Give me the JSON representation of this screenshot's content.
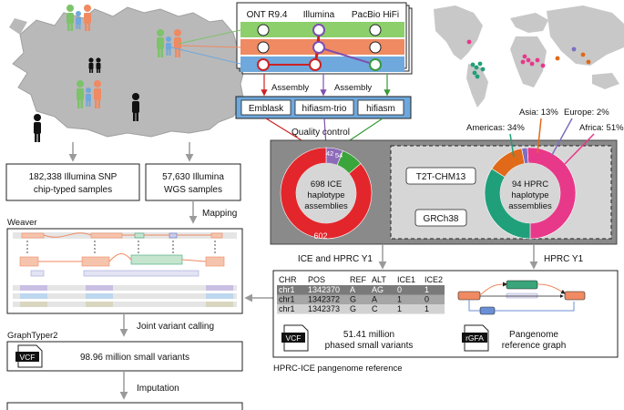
{
  "sequencing": {
    "technologies": [
      "ONT R9.4",
      "Illumina",
      "PacBio HiFi"
    ],
    "colors": {
      "ont": "#cc2222",
      "illumina": "#7e4fb0",
      "pacbio": "#3a9a3a",
      "row_green": "#8ccf6b",
      "row_orange": "#ef8a62",
      "row_blue": "#6fa8dc"
    }
  },
  "assembly": {
    "label_left": "Assembly",
    "label_right": "Assembly",
    "tools": [
      "Emblask",
      "hifiasm-trio",
      "hifiasm"
    ],
    "qc_label": "Quality control"
  },
  "ice": {
    "center_lines": [
      "698 ICE",
      "haplotype",
      "assemblies"
    ],
    "segments": [
      {
        "label": "602",
        "value": 602,
        "color": "#e3262b"
      },
      {
        "label": "42",
        "value": 42,
        "color": "#8e6bb8"
      },
      {
        "label": "54",
        "value": 54,
        "color": "#3aa53a"
      }
    ]
  },
  "references": {
    "t2t": "T2T-CHM13",
    "grch38": "GRCh38"
  },
  "hprc": {
    "center_lines": [
      "94 HPRC",
      "haplotype",
      "assemblies"
    ],
    "segments": [
      {
        "label": "Americas: 34%",
        "value": 34,
        "color": "#1fa07a"
      },
      {
        "label": "Asia: 13%",
        "value": 13,
        "color": "#e06a1a"
      },
      {
        "label": "Europe: 2%",
        "value": 2,
        "color": "#7e6ec0"
      },
      {
        "label": "Africa: 51%",
        "value": 51,
        "color": "#e8388a"
      }
    ]
  },
  "samples": {
    "snp": [
      "182,338 Illumina SNP",
      "chip-typed samples"
    ],
    "wgs": [
      "57,630 Illumina",
      "WGS samples"
    ]
  },
  "steps": {
    "mapping": "Mapping",
    "weaver": "Weaver",
    "joint_calling": "Joint variant calling",
    "graphtyper": "GraphTyper2",
    "imputation": "Imputation",
    "ice_hprc": "ICE and HPRC Y1",
    "hprc_y1": "HPRC Y1"
  },
  "variant_table": {
    "headers": [
      "CHR",
      "POS",
      "REF",
      "ALT",
      "ICE1",
      "ICE2"
    ],
    "rows": [
      [
        "chr1",
        "1342370",
        "A",
        "AG",
        "0",
        "1"
      ],
      [
        "chr1",
        "1342372",
        "G",
        "A",
        "1",
        "0"
      ],
      [
        "chr1",
        "1342373",
        "G",
        "C",
        "1",
        "1"
      ]
    ]
  },
  "outputs": {
    "vcf_badge": "VCF",
    "rgfa_badge": "rGFA",
    "small_variants": "98.96 million small variants",
    "phased": [
      "51.41 million",
      "phased small variants"
    ],
    "pangenome": [
      "Pangenome",
      "reference graph"
    ],
    "reference_title": "HPRC-ICE pangenome reference"
  }
}
